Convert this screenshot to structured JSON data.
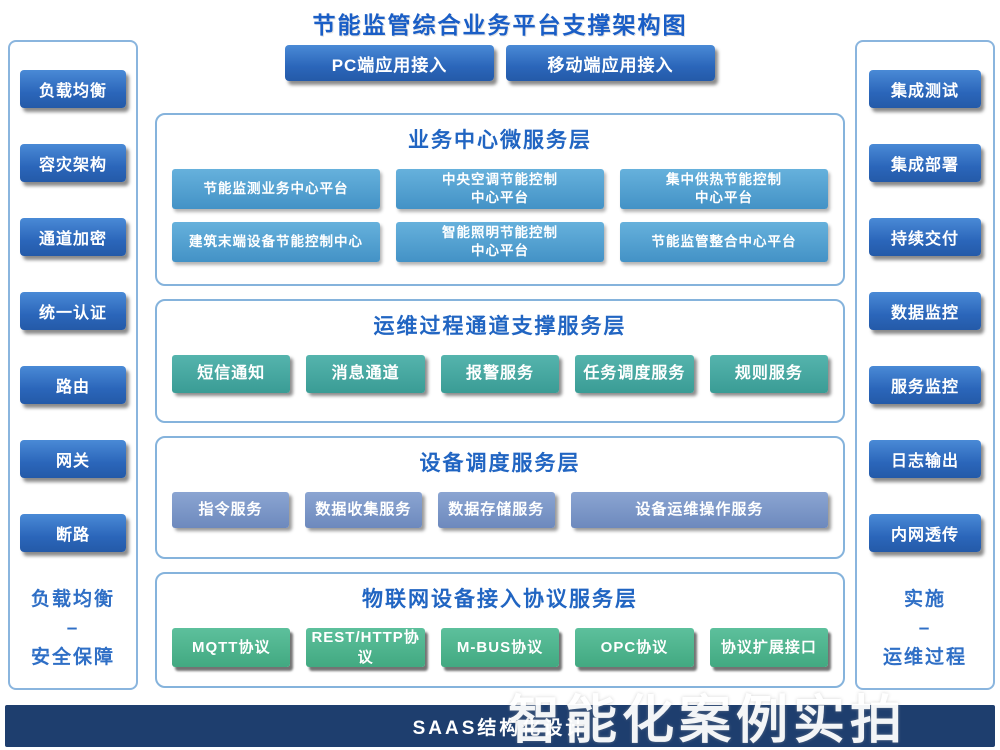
{
  "title": "节能监管综合业务平台支撑架构图",
  "top_buttons": [
    "PC端应用接入",
    "移动端应用接入"
  ],
  "left_panel": {
    "items": [
      "负载均衡",
      "容灾架构",
      "通道加密",
      "统一认证",
      "路由",
      "网关",
      "断路"
    ],
    "footer": [
      "负载均衡",
      "–",
      "安全保障"
    ]
  },
  "right_panel": {
    "items": [
      "集成测试",
      "集成部署",
      "持续交付",
      "数据监控",
      "服务监控",
      "日志输出",
      "内网透传"
    ],
    "footer": [
      "实施",
      "–",
      "运维过程"
    ]
  },
  "layers": [
    {
      "title": "业务中心微服务层",
      "rows": [
        [
          "节能监测业务中心平台",
          "中央空调节能控制\n中心平台",
          "集中供热节能控制\n中心平台"
        ],
        [
          "建筑末端设备节能控制中心",
          "智能照明节能控制\n中心平台",
          "节能监管整合中心平台"
        ]
      ]
    },
    {
      "title": "运维过程通道支撑服务层",
      "items": [
        "短信通知",
        "消息通道",
        "报警服务",
        "任务调度服务",
        "规则服务"
      ]
    },
    {
      "title": "设备调度服务层",
      "items": [
        "指令服务",
        "数据收集服务",
        "数据存储服务",
        "设备运维操作服务"
      ]
    },
    {
      "title": "物联网设备接入协议服务层",
      "items": [
        "MQTT协议",
        "REST/HTTP协议",
        "M-BUS协议",
        "OPC协议",
        "协议扩展接口"
      ]
    }
  ],
  "bottom_bar": "SAAS结构化设计",
  "watermark": "智能化案例实拍",
  "colors": {
    "accent_blue": "#2a6cc0",
    "layer1_node": "#4f9fd2",
    "layer2_node": "#46a8a2",
    "layer3_node": "#7b95c6",
    "layer4_node": "#4fb591",
    "bottom_bar_bg": "#1e3e6e"
  }
}
